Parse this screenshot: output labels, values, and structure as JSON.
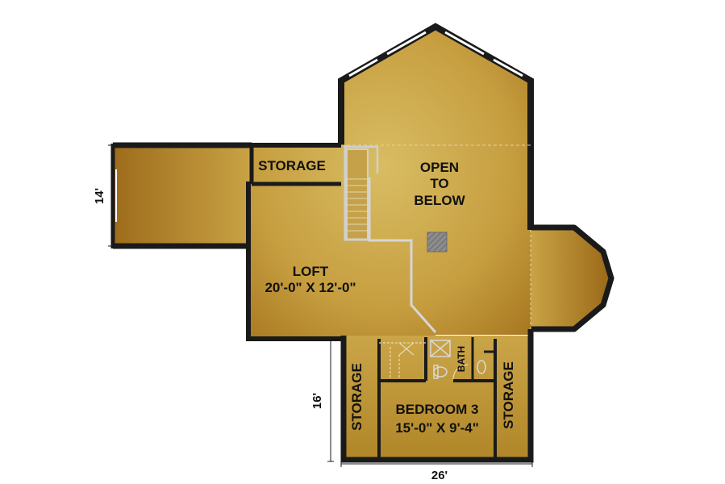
{
  "plan": {
    "rooms": {
      "storage_top": "STORAGE",
      "open_below_line1": "OPEN",
      "open_below_line2": "TO",
      "open_below_line3": "BELOW",
      "loft_name": "LOFT",
      "loft_size": "20'-0\" X 12'-0\"",
      "storage_left": "STORAGE",
      "storage_right": "STORAGE",
      "bath": "BATH",
      "bedroom_name": "BEDROOM 3",
      "bedroom_size": "15'-0\" X 9'-4\""
    },
    "dimensions": {
      "left_wing_depth": "14'",
      "lower_depth": "16'",
      "width": "26'"
    },
    "colors": {
      "floor_light": "#d4b65a",
      "floor_dark": "#a7761f",
      "wall": "#1a1a1a",
      "stair": "#c8c8c8",
      "chimney": "#8c8c8c"
    }
  }
}
